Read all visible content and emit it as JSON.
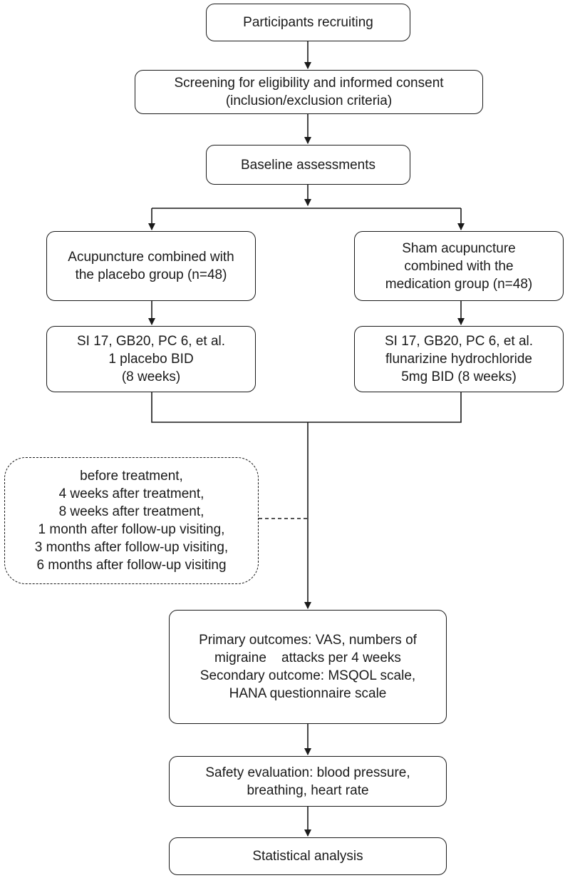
{
  "diagram": {
    "nodes": {
      "recruit": [
        "Participants recruiting"
      ],
      "screening": [
        "Screening for eligibility and informed consent",
        "(inclusion/exclusion criteria)"
      ],
      "baseline": [
        "Baseline assessments"
      ],
      "group_a": [
        "Acupuncture combined with",
        "the placebo group (n=48)"
      ],
      "group_b": [
        "Sham acupuncture",
        "combined with the",
        "medication group (n=48)"
      ],
      "treat_a": [
        "SI 17, GB20, PC 6, et al.",
        "1 placebo BID",
        "(8 weeks)"
      ],
      "treat_b": [
        "SI 17, GB20, PC 6, et al.",
        "flunarizine hydrochloride",
        "5mg BID (8 weeks)"
      ],
      "timepoints": [
        "before treatment,",
        "4 weeks after treatment,",
        "8 weeks after treatment,",
        "1 month after follow-up visiting,",
        "3 months after follow-up visiting,",
        "6 months after follow-up visiting"
      ],
      "outcomes": [
        "Primary outcomes: VAS, numbers of",
        "migraine    attacks per 4 weeks",
        "Secondary outcome: MSQOL scale,",
        "HANA questionnaire scale"
      ],
      "safety": [
        "Safety evaluation: blood pressure,",
        "breathing, heart rate"
      ],
      "stats": [
        "Statistical analysis"
      ]
    },
    "colors": {
      "stroke": "#1a1a1a",
      "fill": "#ffffff"
    }
  }
}
